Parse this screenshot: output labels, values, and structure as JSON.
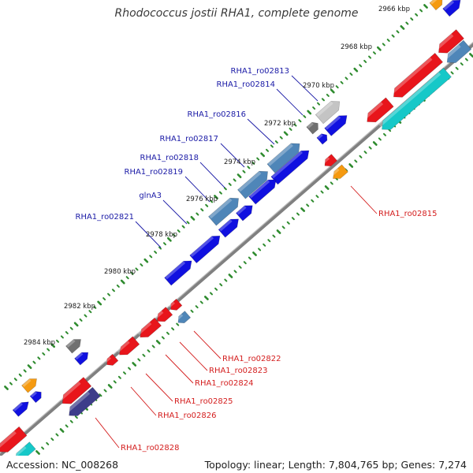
{
  "title": "Rhodococcus jostii RHA1, complete genome",
  "footer": {
    "accession": "Accession: NC_008268",
    "summary": "Topology: linear; Length: 7,804,765 bp; Genes: 7,274"
  },
  "colors": {
    "backbone": "#808080",
    "tick": "#2e8b2e",
    "forward_label": "#1a1aa6",
    "reverse_label": "#d41e1e",
    "gene_red": "#e8151b",
    "gene_blue": "#1010e0",
    "gene_steel": "#4f86b8",
    "gene_cyan": "#16c8c8",
    "gene_orange": "#f59a10",
    "gene_gray": "#707070",
    "gene_lightgray": "#c4c4c4",
    "gene_navy": "#3d3d8a"
  },
  "scale_labels": [
    "2966 kbp",
    "2968 kbp",
    "2970 kbp",
    "2972 kbp",
    "2974 kbp",
    "2976 kbp",
    "2978 kbp",
    "2980 kbp",
    "2982 kbp",
    "2984 kbp"
  ],
  "forward_gene_labels": [
    "RHA1_ro02813",
    "RHA1_ro02814",
    "RHA1_ro02816",
    "RHA1_ro02817",
    "RHA1_ro02818",
    "RHA1_ro02819",
    "glnA3",
    "RHA1_ro02821"
  ],
  "reverse_gene_labels": [
    "RHA1_ro02815",
    "RHA1_ro02822",
    "RHA1_ro02823",
    "RHA1_ro02824",
    "RHA1_ro02825",
    "RHA1_ro02826",
    "RHA1_ro02828"
  ]
}
